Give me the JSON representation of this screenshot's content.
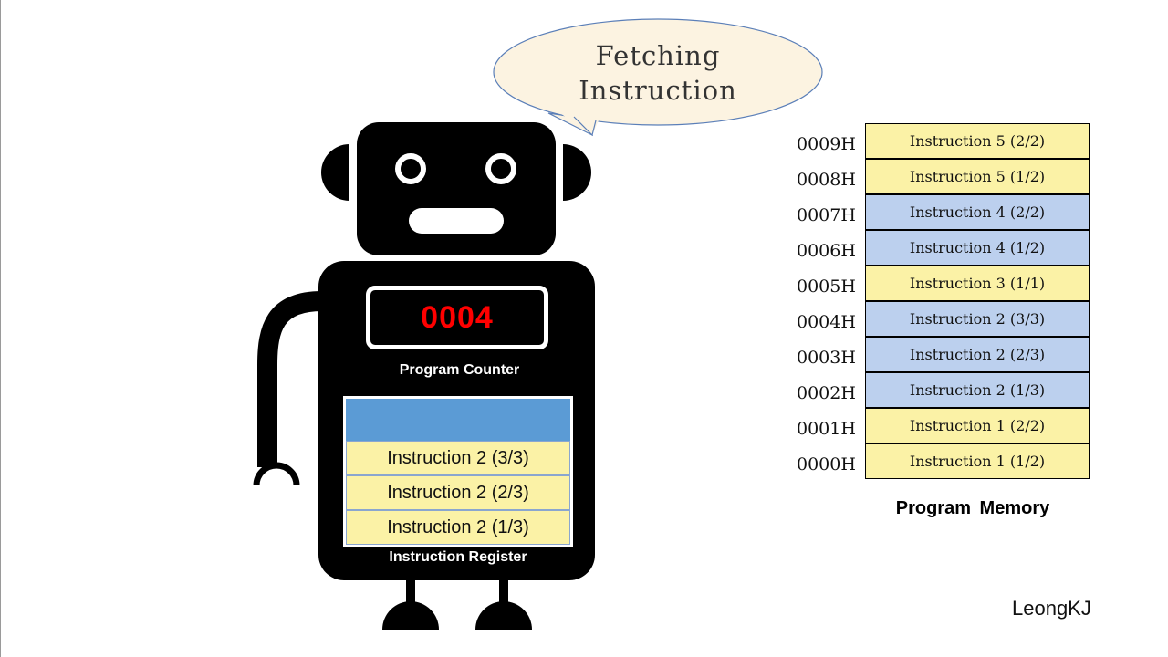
{
  "speech_bubble": {
    "line1": "Fetching",
    "line2": "Instruction"
  },
  "program_counter": {
    "value": "0004",
    "label": "Program Counter",
    "value_color": "#ff0000"
  },
  "instruction_register": {
    "label": "Instruction Register",
    "rows": [
      "Instruction 2 (3/3)",
      "Instruction 2 (2/3)",
      "Instruction 2 (1/3)"
    ]
  },
  "program_memory": {
    "title": "Program Memory",
    "rows": [
      {
        "address": "0009H",
        "content": "Instruction 5 (2/2)",
        "color": "yellow"
      },
      {
        "address": "0008H",
        "content": "Instruction 5 (1/2)",
        "color": "yellow"
      },
      {
        "address": "0007H",
        "content": "Instruction 4 (2/2)",
        "color": "blue"
      },
      {
        "address": "0006H",
        "content": "Instruction 4 (1/2)",
        "color": "blue"
      },
      {
        "address": "0005H",
        "content": "Instruction 3 (1/1)",
        "color": "yellow"
      },
      {
        "address": "0004H",
        "content": "Instruction 2 (3/3)",
        "color": "blue"
      },
      {
        "address": "0003H",
        "content": "Instruction 2 (2/3)",
        "color": "blue"
      },
      {
        "address": "0002H",
        "content": "Instruction 2 (1/3)",
        "color": "blue"
      },
      {
        "address": "0001H",
        "content": "Instruction 1 (2/2)",
        "color": "yellow"
      },
      {
        "address": "0000H",
        "content": "Instruction 1 (1/2)",
        "color": "yellow"
      }
    ]
  },
  "colors": {
    "memory_yellow": "#fbf2a6",
    "memory_blue": "#bcd0ee",
    "register_header": "#5b9bd5",
    "bubble_fill": "#fcf3e1",
    "bubble_stroke": "#5b7fb8"
  },
  "signature": "LeongKJ"
}
